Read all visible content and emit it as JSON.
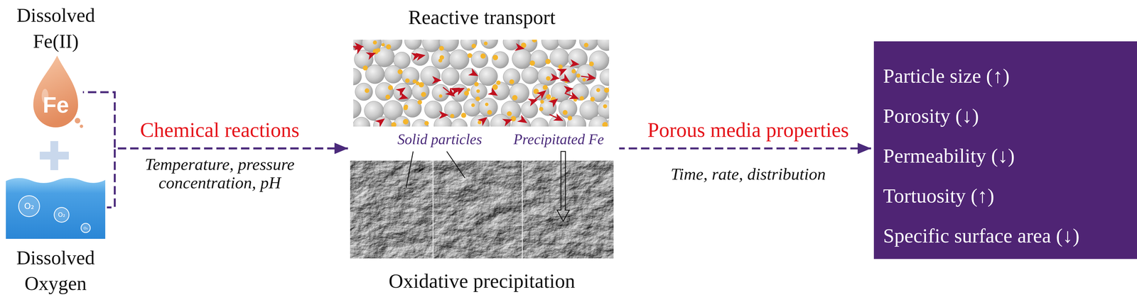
{
  "diagram": {
    "nodes": [
      {
        "text": [
          "Dissolved Fe(II)",
          "Fe"
        ]
      },
      {
        "text": [
          "Dissolved Oxygen"
        ]
      },
      {
        "text": [
          "O₂"
        ],
        "in": 1
      },
      {
        "text": [
          "O₂"
        ],
        "in": 1
      },
      {
        "text": [
          "O₂"
        ],
        "in": 1
      },
      {
        "text": [
          "Reactive transport",
          "Solid particles",
          "Precipitated Fe",
          "Oxidative precipitation"
        ]
      },
      {
        "text": [
          "Particle size (↑)",
          "Porosity (↓)",
          "Permeability (↓)",
          "Tortuosity (↑)",
          "Specific surface area (↓)"
        ]
      }
    ],
    "edges": [
      {
        "from": 0,
        "to": 5,
        "arrow": "to",
        "label": "Chemical reactions"
      },
      {
        "from": 1,
        "to": 5,
        "arrow": "to"
      },
      {
        "from": 5,
        "to": 6,
        "arrow": "to",
        "label": "Porous media properties"
      }
    ],
    "labels": [
      "Temperature, pressure concentration, pH",
      "Time, rate, distribution"
    ]
  }
}
